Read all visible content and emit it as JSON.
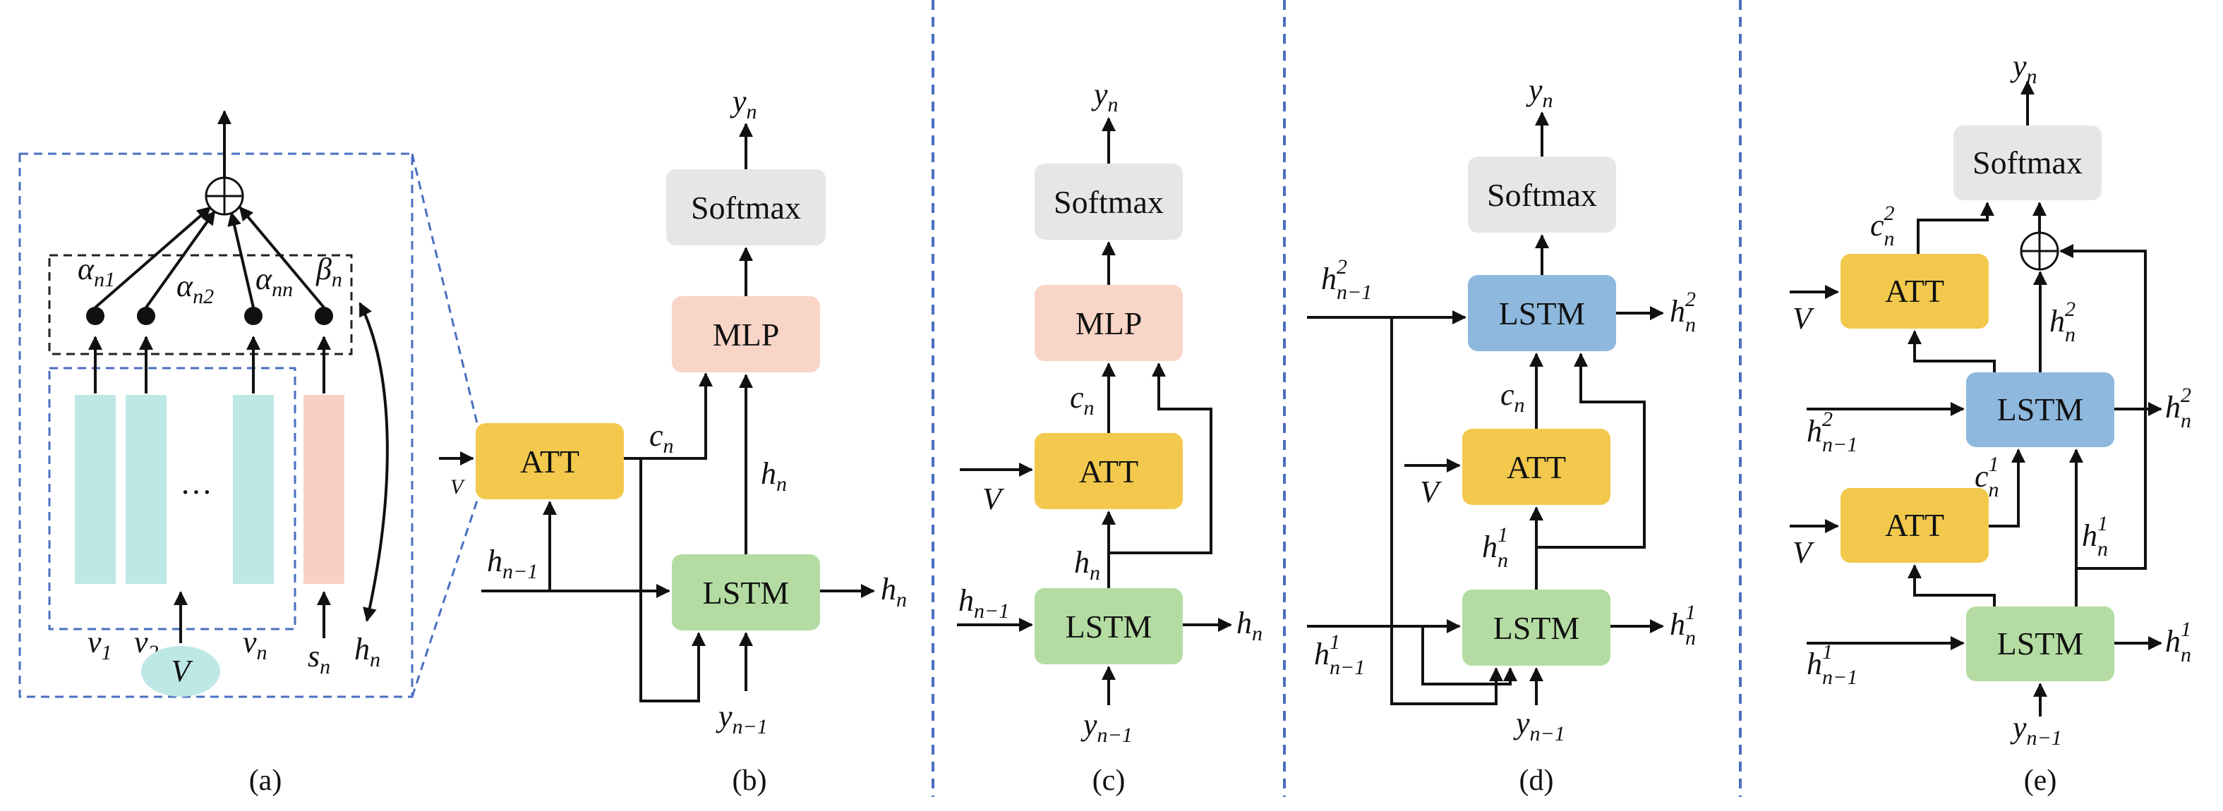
{
  "colors": {
    "att": "#f2c94c",
    "mlp": "#f8d5c7",
    "softmax": "#e6e6e6",
    "lstm_green": "#b4dca2",
    "lstm_blue": "#8eb8dd",
    "feature": "#bde8e6",
    "sentinel": "#f7d2c4",
    "ellipse": "#bde8e6",
    "dashed_blue": "#4a6fbf",
    "dashed_black": "#222222"
  },
  "labels": {
    "att": "ATT",
    "mlp": "MLP",
    "softmax": "Softmax",
    "lstm": "LSTM",
    "dots": "…"
  },
  "panels": {
    "a": "(a)",
    "b": "(b)",
    "c": "(c)",
    "d": "(d)",
    "e": "(e)"
  },
  "math": {
    "y_n": "y",
    "y_n_sub": "n",
    "y_nm1_sub": "n−1",
    "h": "h",
    "c": "c",
    "n": "n",
    "nm1": "n−1",
    "V": "V",
    "alpha": "α",
    "beta": "β",
    "s": "s",
    "v": "v",
    "sub_n1": "n1",
    "sub_n2": "n2",
    "sub_nn": "nn",
    "sub_1": "1",
    "sub_2": "2",
    "sup_1": "1",
    "sup_2": "2"
  }
}
